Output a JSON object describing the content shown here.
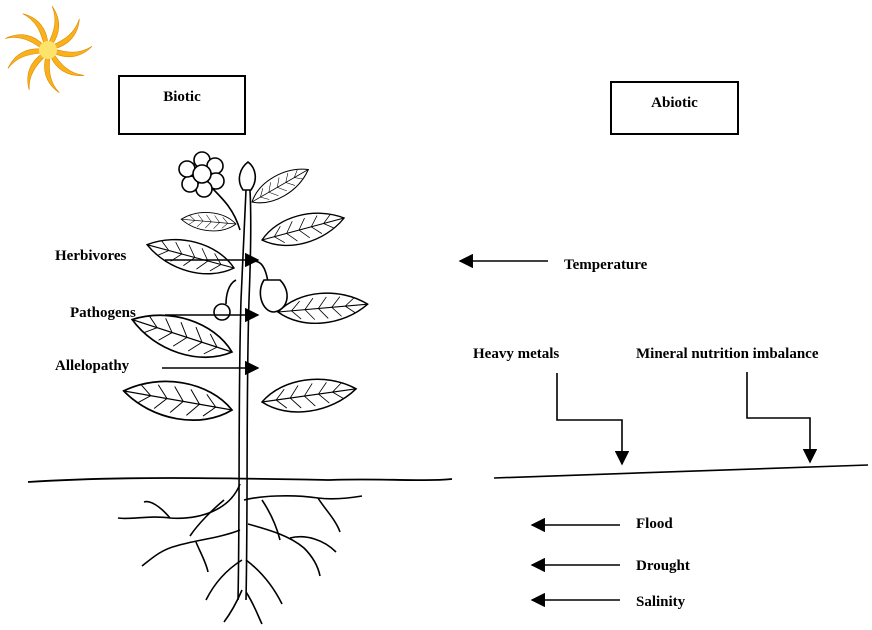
{
  "boxes": {
    "biotic": "Biotic",
    "abiotic": "Abiotic"
  },
  "biotic_factors": {
    "herbivores": "Herbivores",
    "pathogens": "Pathogens",
    "allelopathy": "Allelopathy"
  },
  "abiotic_factors": {
    "temperature": "Temperature",
    "heavy_metals": "Heavy metals",
    "mineral": "Mineral nutrition imbalance",
    "flood": "Flood",
    "drought": "Drought",
    "salinity": "Salinity"
  },
  "colors": {
    "sun_outer": "#f9b21b",
    "sun_inner": "#fde36a",
    "line": "#000000",
    "leaf": "#ffffff"
  },
  "icons": {
    "sun": "sun-icon",
    "plant": "plant-illustration"
  }
}
